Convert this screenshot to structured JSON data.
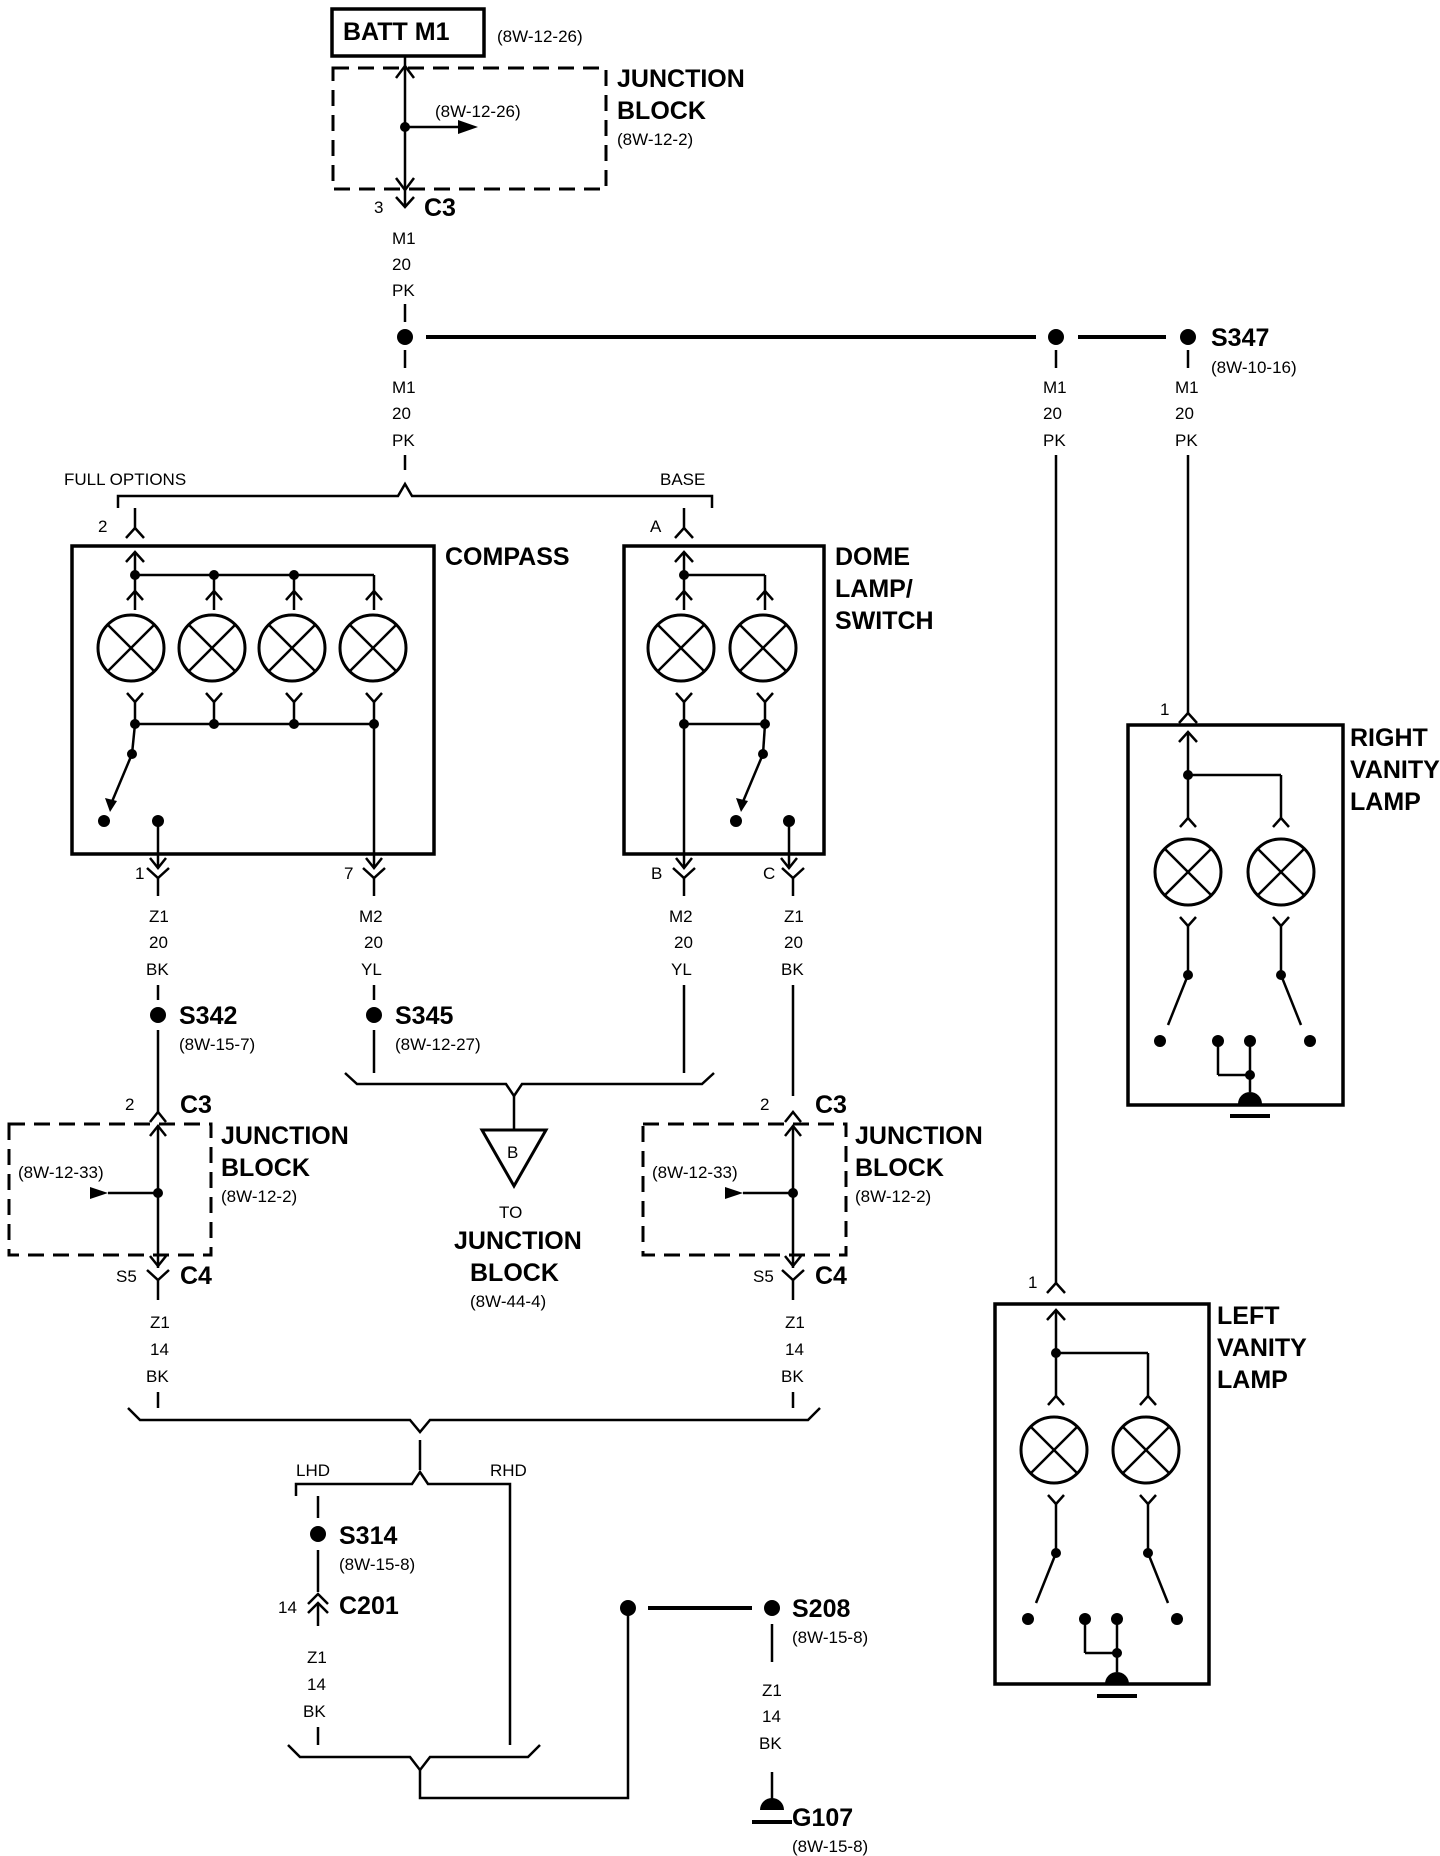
{
  "batt": {
    "label": "BATT M1",
    "ref": "(8W-12-26)"
  },
  "jb_top": {
    "title1": "JUNCTION",
    "title2": "BLOCK",
    "ref": "(8W-12-2)",
    "inner_ref": "(8W-12-26)",
    "pin": "3",
    "conn": "C3"
  },
  "wire_m1": {
    "circuit": "M1",
    "gauge": "20",
    "color": "PK"
  },
  "s347": {
    "label": "S347",
    "ref": "(8W-10-16)"
  },
  "options": {
    "full": "FULL OPTIONS",
    "base": "BASE"
  },
  "compass": {
    "title": "COMPASS",
    "pin_top": "2",
    "pin_bl": "1",
    "pin_br": "7",
    "wire_l": {
      "circuit": "Z1",
      "gauge": "20",
      "color": "BK"
    },
    "wire_r": {
      "circuit": "M2",
      "gauge": "20",
      "color": "YL"
    }
  },
  "dome": {
    "title1": "DOME",
    "title2": "LAMP/",
    "title3": "SWITCH",
    "pin_top": "A",
    "pin_bl": "B",
    "pin_br": "C",
    "wire_l": {
      "circuit": "M2",
      "gauge": "20",
      "color": "YL"
    },
    "wire_r": {
      "circuit": "Z1",
      "gauge": "20",
      "color": "BK"
    }
  },
  "right_vanity": {
    "title1": "RIGHT",
    "title2": "VANITY",
    "title3": "LAMP",
    "pin": "1"
  },
  "left_vanity": {
    "title1": "LEFT",
    "title2": "VANITY",
    "title3": "LAMP",
    "pin": "1"
  },
  "s342": {
    "label": "S342",
    "ref": "(8W-15-7)"
  },
  "s345": {
    "label": "S345",
    "ref": "(8W-12-27)"
  },
  "jb_left": {
    "title1": "JUNCTION",
    "title2": "BLOCK",
    "ref": "(8W-12-2)",
    "inner_ref": "(8W-12-33)",
    "pin_top": "2",
    "conn_top": "C3",
    "pin_bot": "S5",
    "conn_bot": "C4"
  },
  "jb_right": {
    "title1": "JUNCTION",
    "title2": "BLOCK",
    "ref": "(8W-12-2)",
    "inner_ref": "(8W-12-33)",
    "pin_top": "2",
    "conn_top": "C3",
    "pin_bot": "S5",
    "conn_bot": "C4"
  },
  "to_jb": {
    "letter": "B",
    "to": "TO",
    "title1": "JUNCTION",
    "title2": "BLOCK",
    "ref": "(8W-44-4)"
  },
  "wire_z1_14": {
    "circuit": "Z1",
    "gauge": "14",
    "color": "BK"
  },
  "drive": {
    "lhd": "LHD",
    "rhd": "RHD"
  },
  "s314": {
    "label": "S314",
    "ref": "(8W-15-8)"
  },
  "c201": {
    "pin": "14",
    "label": "C201"
  },
  "s208": {
    "label": "S208",
    "ref": "(8W-15-8)"
  },
  "g107": {
    "label": "G107",
    "ref": "(8W-15-8)"
  }
}
